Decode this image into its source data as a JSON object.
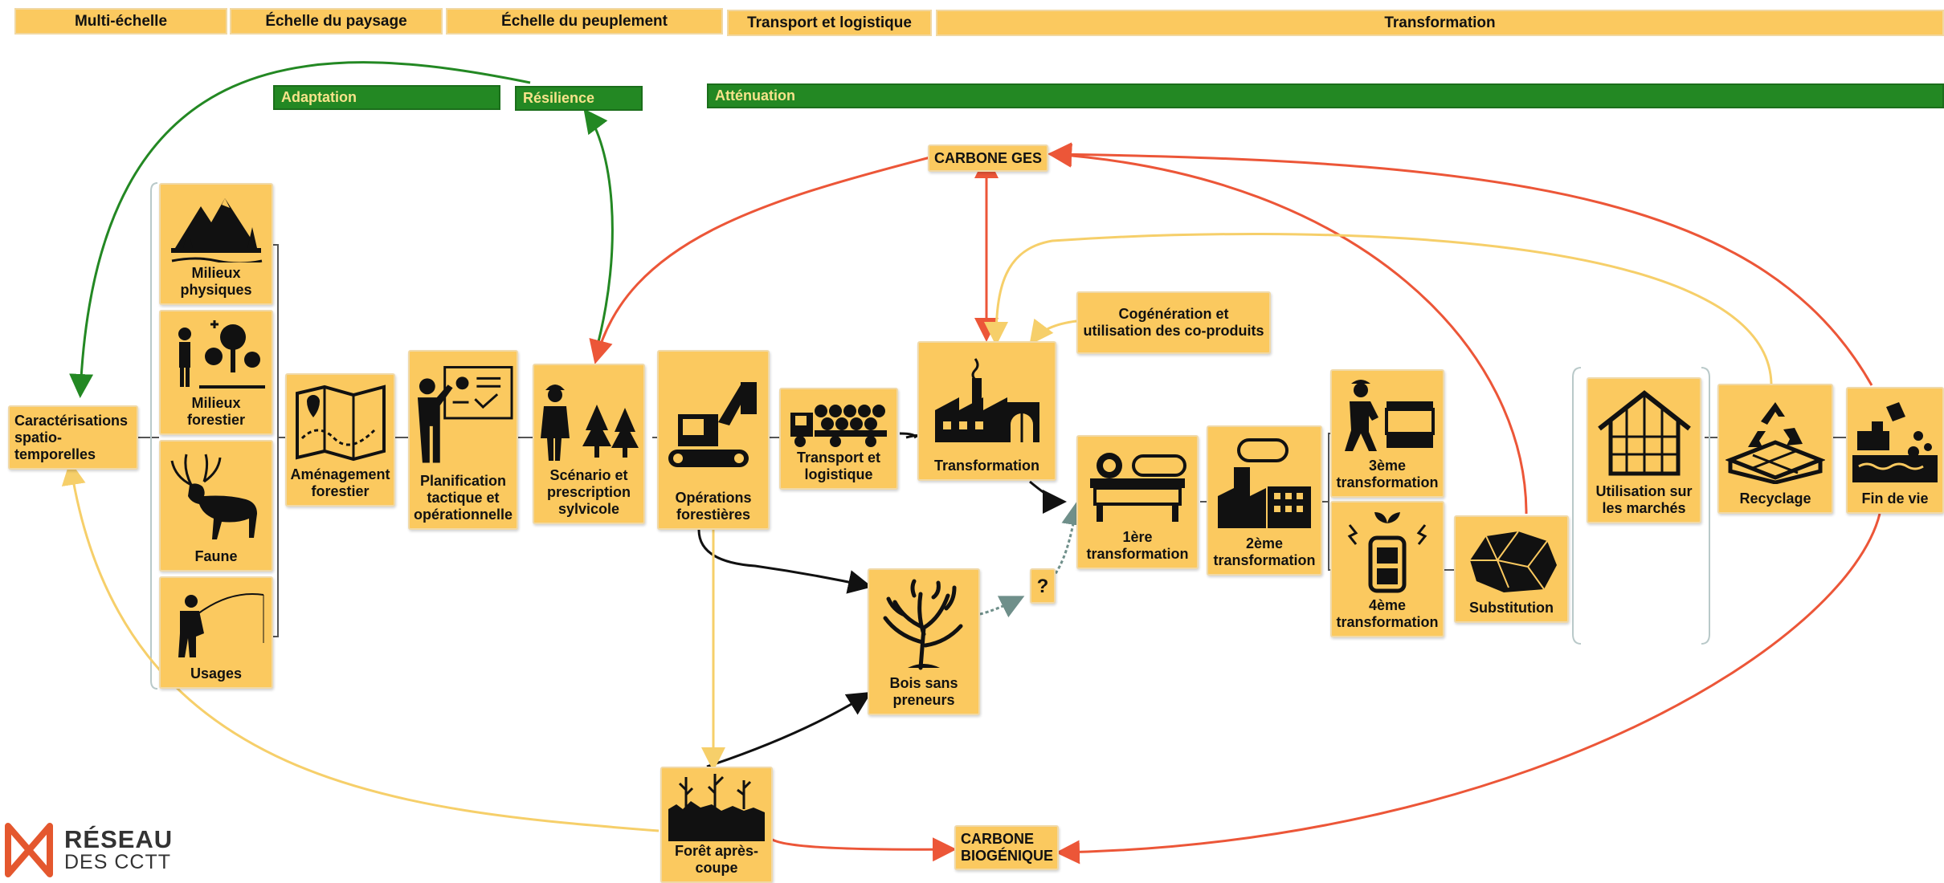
{
  "headers": {
    "multi": "Multi-échelle",
    "paysage": "Échelle du paysage",
    "peuplement": "Échelle du peuplement",
    "transport": "Transport et logistique",
    "transformation": "Transformation"
  },
  "bars": {
    "adaptation": "Adaptation",
    "resilience": "Résilience",
    "attenuation": "Atténuation"
  },
  "nodes": {
    "caracterisations": "Caractérisations spatio-temporelles",
    "milieux_physiques": "Milieux physiques",
    "milieux_forestier": "Milieux forestier",
    "faune": "Faune",
    "usages": "Usages",
    "amenagement": "Aménagement forestier",
    "planification": "Planification tactique et opérationnelle",
    "scenario": "Scénario et prescription sylvicole",
    "operations": "Opérations forestières",
    "transport": "Transport et logistique",
    "transformation": "Transformation",
    "cogeneration": "Cogénération et utilisation des co-produits",
    "carbone_ges": "CARBONE GES",
    "carbone_bio": "CARBONE BIOGÉNIQUE",
    "premiere": "1ère transformation",
    "deuxieme": "2ème transformation",
    "troisieme": "3ème transformation",
    "quatrieme": "4ème transformation",
    "substitution": "Substitution",
    "utilisation": "Utilisation sur les marchés",
    "recyclage": "Recyclage",
    "fin_vie": "Fin de vie",
    "bois_sans": "Bois sans preneurs",
    "question": "?",
    "foret_apres": "Forêt après-coupe"
  },
  "logo": {
    "main": "RÉSEAU",
    "sub": "DES CCTT"
  },
  "colors": {
    "box": "#fbc95f",
    "green": "#238823",
    "red": "#ec5638",
    "yellow_line": "#f6cf6a",
    "black_line": "#111111",
    "logo": "#e4572e"
  }
}
